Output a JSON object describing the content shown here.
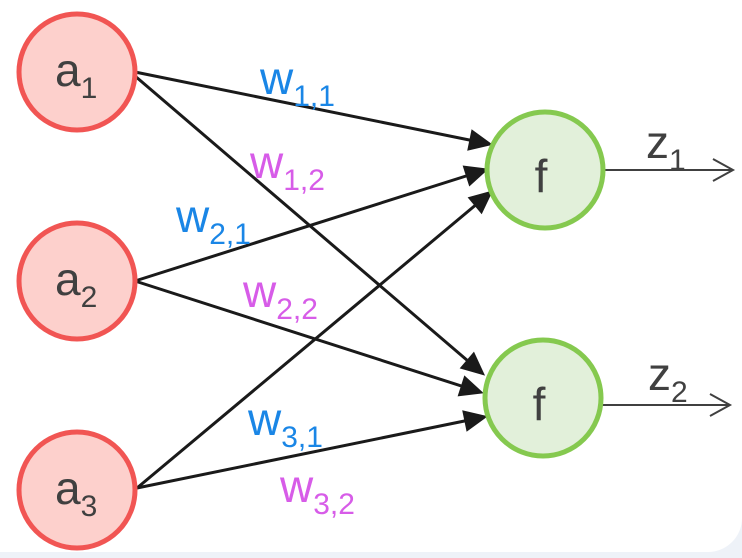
{
  "diagram": {
    "title": "",
    "colors": {
      "input_fill": "#fdd0cc",
      "input_stroke": "#f15553",
      "output_fill": "#e2f0da",
      "output_stroke": "#85c94f",
      "edge": "#1a1a1a",
      "output_line": "#404040",
      "text": "#404040",
      "weight_to_output_1": "#1a86e6",
      "weight_to_output_2": "#d75ce8"
    },
    "input_nodes": [
      {
        "id": "a1",
        "symbol": "a",
        "subscript": "1"
      },
      {
        "id": "a2",
        "symbol": "a",
        "subscript": "2"
      },
      {
        "id": "a3",
        "symbol": "a",
        "subscript": "3"
      }
    ],
    "output_nodes": [
      {
        "id": "f1",
        "label": "f",
        "output_symbol": "z",
        "output_subscript": "1"
      },
      {
        "id": "f2",
        "label": "f",
        "output_symbol": "z",
        "output_subscript": "2"
      }
    ],
    "edges": [
      {
        "from": "a1",
        "to": "f1",
        "weight_symbol": "w",
        "weight_subscript": "1,1"
      },
      {
        "from": "a1",
        "to": "f2",
        "weight_symbol": "w",
        "weight_subscript": "1,2"
      },
      {
        "from": "a2",
        "to": "f1",
        "weight_symbol": "w",
        "weight_subscript": "2,1"
      },
      {
        "from": "a2",
        "to": "f2",
        "weight_symbol": "w",
        "weight_subscript": "2,2"
      },
      {
        "from": "a3",
        "to": "f1",
        "weight_symbol": "w",
        "weight_subscript": "3,1"
      },
      {
        "from": "a3",
        "to": "f2",
        "weight_symbol": "w",
        "weight_subscript": "3,2"
      }
    ]
  }
}
